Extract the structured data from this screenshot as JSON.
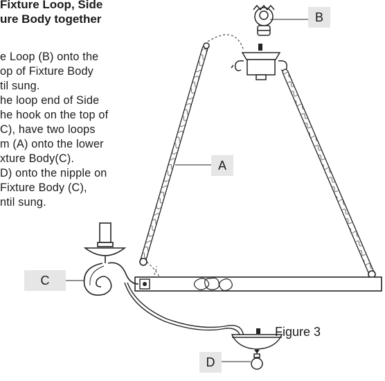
{
  "heading": {
    "line1": "Fixture Loop, Side",
    "line2": "ure Body together"
  },
  "steps": [
    "e Loop (B) onto the",
    "op of Fixture Body",
    "til sung.",
    "he loop end of Side",
    "he hook on the top of",
    "C), have two loops",
    "m (A) onto the lower",
    "xture Body(C).",
    "D) onto the nipple on",
    "Fixture Body (C),",
    "ntil sung."
  ],
  "labels": {
    "a": "A",
    "b": "B",
    "c": "C",
    "d": "D"
  },
  "caption": "Figure 3"
}
